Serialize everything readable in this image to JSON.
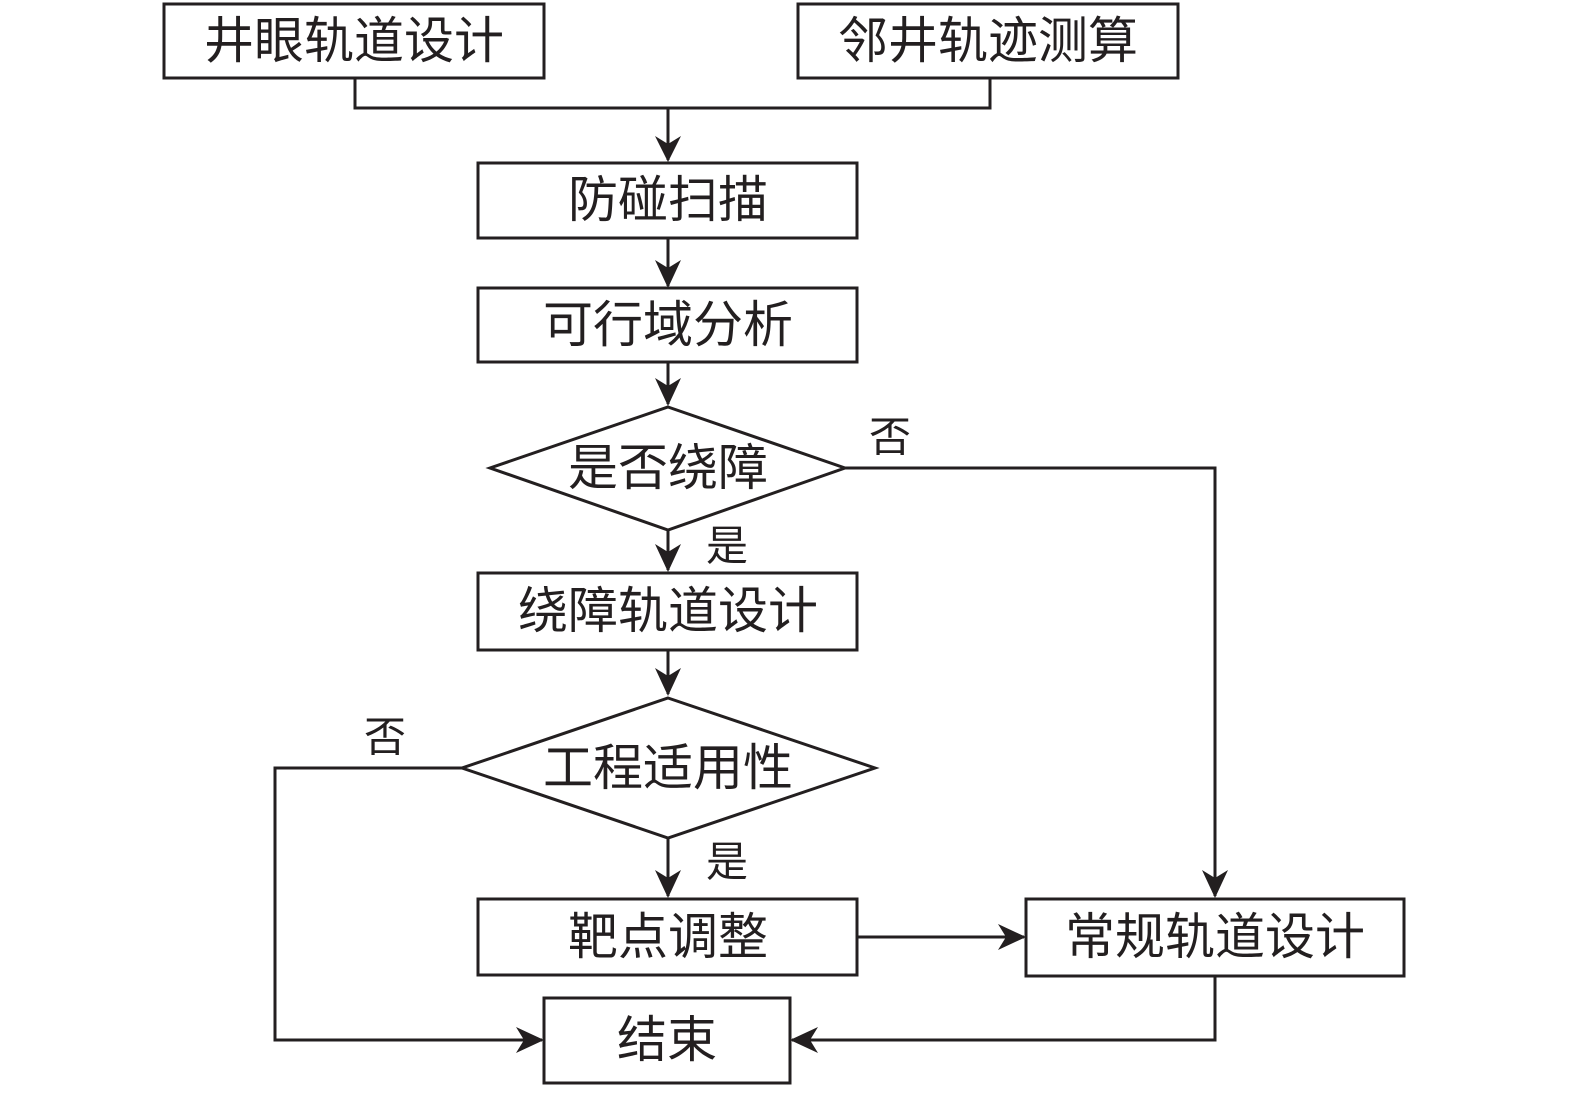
{
  "nodes": {
    "wellbore_design": "井眼轨道设计",
    "offset_well_calc": "邻井轨迹测算",
    "anti_collision_scan": "防碰扫描",
    "feasible_domain": "可行域分析",
    "detour_decision": "是否绕障",
    "detour_design": "绕障轨道设计",
    "engineering_applicability": "工程适用性",
    "target_adjust": "靶点调整",
    "conventional_design": "常规轨道设计",
    "end": "结束"
  },
  "edges": {
    "detour_yes": "是",
    "detour_no": "否",
    "applicability_yes": "是",
    "applicability_no": "否"
  }
}
